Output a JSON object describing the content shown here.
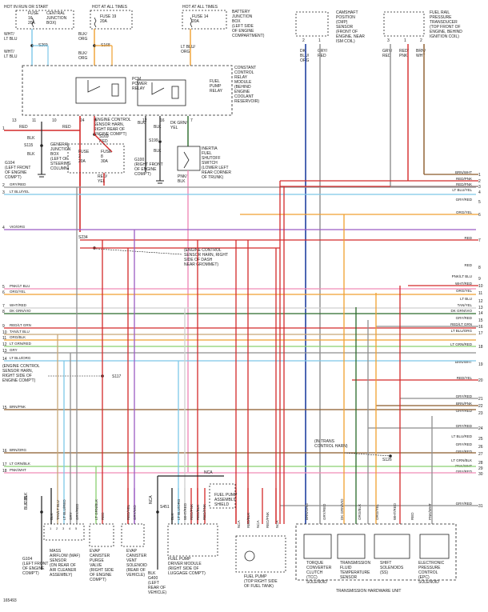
{
  "diagram_id": "165493",
  "top_labels": {
    "hot_run_start": "HOT IN RUN OR START",
    "hot_all_times_1": "HOT AT ALL TIMES",
    "hot_all_times_2": "HOT AT ALL TIMES"
  },
  "fuses": {
    "fuse_16": [
      "FUSE",
      "16",
      "20A"
    ],
    "fuse_19": [
      "FUSE 19",
      "20A"
    ],
    "fuse_14": [
      "FUSE 14",
      "20A"
    ],
    "central_box": [
      "CENTRAL",
      "JUNCTION",
      "BOX)"
    ],
    "battery_box": [
      "BATTERY",
      "JUNCTION",
      "BOX",
      "(LEFT SIDE",
      "OF ENGINE",
      "COMPARTMENT)"
    ]
  },
  "upper_wires": {
    "wht_lt_blu_1": [
      "WHT/",
      "LT BLU"
    ],
    "wht_lt_blu_2": [
      "WHT/",
      "LT BLU"
    ],
    "blk_org_1": [
      "BLK/",
      "ORG"
    ],
    "blk_org_2": [
      "BLK/",
      "ORG"
    ],
    "lt_blu_org": [
      "LT BLU/",
      "ORG"
    ],
    "s269": "S269",
    "s168": "S168"
  },
  "relay_module": {
    "title": [
      "CONSTANT",
      "CONTROL",
      "RELAY",
      "MODULE",
      "(BEHIND",
      "ENGINE",
      "COOLANT",
      "RESERVOIR)"
    ],
    "pcm_relay": [
      "PCM",
      "POWER",
      "RELAY"
    ],
    "fuel_relay": [
      "FUEL",
      "PUMP",
      "RELAY"
    ],
    "pins": [
      "13",
      "11",
      "10",
      "24",
      "8",
      "12",
      "16",
      "7"
    ]
  },
  "left_section": {
    "red": "RED",
    "red2": "RED",
    "engine_control_harn": [
      "(ENGINE CONTROL",
      "SENSOR HARN,",
      "RIGHT REAR OF",
      "ENGINE COMP'T)"
    ],
    "s169": "S169",
    "red3": "RED",
    "blk1": "BLK",
    "s115": "S115",
    "blk2": "BLK",
    "g104": [
      "G104",
      "(LEFT FRONT",
      "OF ENGINE",
      "COMP'T)"
    ],
    "central_box2": [
      "GENERAL",
      "JUNCTION",
      "BOX",
      "(LEFT OF",
      "STEERING",
      "COLUMN)"
    ],
    "fuse2": [
      "FUSE",
      "2",
      "20A"
    ],
    "fuse8": [
      "FUSE",
      "8",
      "30A"
    ],
    "red_yel": [
      "RED/",
      "YEL"
    ],
    "blk3": "BLK",
    "blk4": "BLK",
    "s199": "S199",
    "blk5": "BLK",
    "g100": [
      "G100",
      "(RIGHT FRONT",
      "OF ENGINE",
      "COMP'T)"
    ],
    "dk_grn_yel": [
      "DK GRN/",
      "YEL"
    ],
    "inertia": [
      "INERTIA",
      "FUEL",
      "SHUTOFF",
      "SWITCH",
      "(LOWER LEFT",
      "REAR CORNER",
      "OF TRUNK)"
    ],
    "pnk_blk": [
      "PNK/",
      "BLK"
    ]
  },
  "sensors_top": {
    "cmp": [
      "CAMSHAFT",
      "POSITION",
      "(CMP)",
      "SENSOR",
      "(FRONT OF",
      "ENGINE, NEAR",
      "ISM COIL)"
    ],
    "cmp_pins": [
      "2",
      "1"
    ],
    "cmp_wires": [
      [
        "DK",
        "BLU/",
        "ORG"
      ],
      [
        "GRY/",
        "RED"
      ]
    ],
    "fuel_rail": [
      "FUEL RAIL",
      "PRESSURE",
      "TRANSDUCER",
      "(TOP FRONT OF",
      "ENGINE, BEHIND",
      "IGNITION COIL)"
    ],
    "rail_pins": [
      "3",
      "1",
      "2"
    ],
    "rail_wires": [
      [
        "GRY/",
        "RED"
      ],
      [
        "RED/",
        "PNK"
      ],
      [
        "BRN/",
        "WHT"
      ]
    ]
  },
  "right_labels": [
    {
      "n": "1",
      "t": "BRN/WHT"
    },
    {
      "n": "2",
      "t": "RED/PNK"
    },
    {
      "n": "3",
      "t": "RED/PNK"
    },
    {
      "n": "4",
      "t": "LT BLU/YEL"
    },
    {
      "n": "5",
      "t": "GRY/RED"
    },
    {
      "n": "6",
      "t": "ORG/YEL"
    },
    {
      "n": "7",
      "t": "RED"
    },
    {
      "n": "8",
      "t": "RED"
    },
    {
      "n": "9",
      "t": "PNK/LT BLU"
    },
    {
      "n": "10",
      "t": "WHT/RED"
    },
    {
      "n": "11",
      "t": "ORG/YEL"
    },
    {
      "n": "12",
      "t": "LT BLU"
    },
    {
      "n": "13",
      "t": "TAN/YEL"
    },
    {
      "n": "14",
      "t": "DK GRN/VIO"
    },
    {
      "n": "15",
      "t": "GRY/RED"
    },
    {
      "n": "16",
      "t": "RED/LT GRN"
    },
    {
      "n": "17",
      "t": "LT BLU/ORG"
    },
    {
      "n": "18",
      "t": "LT GRN/RED"
    },
    {
      "n": "19",
      "t": "BRN/WHT"
    },
    {
      "n": "20",
      "t": "RED/YEL"
    },
    {
      "n": "21",
      "t": "GRY/RED"
    },
    {
      "n": "22",
      "t": "BRN/PNK"
    },
    {
      "n": "23",
      "t": "GRY/RED"
    },
    {
      "n": "24",
      "t": "GRY/RED"
    },
    {
      "n": "25",
      "t": "LT BLU/RED"
    },
    {
      "n": "26",
      "t": "GRY/RED"
    },
    {
      "n": "27",
      "t": "GRY/RED"
    },
    {
      "n": "28",
      "t": "LT GRN/BLK"
    },
    {
      "n": "29",
      "t": "PNK/WHT"
    },
    {
      "n": "30",
      "t": "GRY/RED"
    },
    {
      "n": "31",
      "t": "GRY/RED"
    }
  ],
  "left_labels": [
    {
      "n": "1",
      "t": "RED"
    },
    {
      "n": "2",
      "t": "GRY/RED"
    },
    {
      "n": "3",
      "t": "LT BLU/YEL"
    },
    {
      "n": "4",
      "t": "VIO/ORG"
    },
    {
      "n": "5",
      "t": "PNK/LT BLU"
    },
    {
      "n": "6",
      "t": "ORG/YEL"
    },
    {
      "n": "7",
      "t": "WHT/RED"
    },
    {
      "n": "8",
      "t": "DK GRN/VIO"
    },
    {
      "n": "9",
      "t": "RED/LT GRN"
    },
    {
      "n": "10",
      "t": "TAN/LT BLU"
    },
    {
      "n": "11",
      "t": "ORG/BLK"
    },
    {
      "n": "12",
      "t": "LT GRN/RED"
    },
    {
      "n": "13",
      "t": "GRY"
    },
    {
      "n": "14",
      "t": "LT BLU/ORG"
    },
    {
      "n": "15",
      "t": "BRN/PNK"
    },
    {
      "n": "16",
      "t": "BRN/ORG"
    },
    {
      "n": "17",
      "t": "LT GRN/BLK"
    },
    {
      "n": "18",
      "t": "PNK/WHT"
    }
  ],
  "mid_labels": {
    "s234": "S234",
    "harn_dash": [
      "(ENGINE CONTROL",
      "SENSOR HARN, RIGHT",
      "SIDE OF DASH",
      "NEAR GROMMET)"
    ],
    "harn_engine": [
      "(ENGINE CONTROL",
      "SENSOR HARN,",
      "RIGHT SIDE OF",
      "ENGINE COMP'T)"
    ],
    "s117": "S117",
    "trans_harn": [
      "(IN TRANS",
      "CONTROL HARN)"
    ],
    "s126": "S126"
  },
  "bottom": {
    "blk_s115": [
      "BLK",
      "S115",
      "BLK"
    ],
    "g104b": [
      "G104",
      "(LEFT FRONT",
      "OF ENGINE",
      "COMP'T)"
    ],
    "maf_pins": [
      "1",
      "2",
      "3",
      "4",
      "5"
    ],
    "maf_wires": [
      "BLK",
      "TAN/LT BLU",
      "LT BLU/RED",
      "GRY",
      "GRY/RED"
    ],
    "maf": [
      "MASS",
      "AIRFLOW (MAF)",
      "SENSOR",
      "(ON REAR OF",
      "AIR CLEANER",
      "ASSEMBLY)"
    ],
    "evap_purge_wires": [
      "LT GRN/BLK",
      "RED"
    ],
    "evap_purge": [
      "EVAP",
      "CANISTER",
      "PURGE",
      "VALVE",
      "(RIGHT SIDE",
      "OF ENGINE",
      "COMP'T)"
    ],
    "evap_vent_wires": [
      "RED/YEL",
      "GRY/VIO"
    ],
    "evap_vent": [
      "EVAP",
      "CANISTER",
      "VENT",
      "SOLENOID",
      "(REAR OF",
      "VEHICLE)"
    ],
    "nca": "NCA",
    "s451": "S451",
    "blk_g400": [
      "BLK",
      "G400",
      "(LEFT",
      "REAR OF",
      "VEHICLE)"
    ],
    "fpdm_wires": [
      "BLK",
      "LT BLU/ORG",
      "WHT/RED",
      "RED/PNK",
      "RED/BLK",
      "RED/PNK"
    ],
    "fpdm": [
      "FUEL PUMP",
      "DRIVER MODULE",
      "(RIGHT SIDE OF",
      "LUGGAGE COMP'T)"
    ],
    "fuel_shield": [
      "FUEL PUMP",
      "ASSEMBLY",
      "SHIELD"
    ],
    "nca2": "NCA",
    "fuel_pump_wires": [
      "NCA",
      "RED/BLK",
      "NCA",
      "RED/PNK",
      "NCA"
    ],
    "fuel_pump": [
      "FUEL PUMP",
      "(TOP RIGHT SIDE",
      "OF FUEL TANK)"
    ],
    "trans_wires": [
      "BRN/ORG",
      "GRY/RED",
      "DK GRN/VIO",
      "ORG/BLK",
      "ORG/YEL",
      "WHT/RED",
      "RED",
      "PNK/WHT"
    ],
    "tcc": [
      "TORQUE",
      "CONVERTER",
      "CLUTCH",
      "(TCC)",
      "SOLENOID"
    ],
    "tft": [
      "TRANSMISSION",
      "FLUID",
      "TEMPERATURE",
      "SENSOR"
    ],
    "shift": [
      "SHIFT",
      "SOLENOIDS",
      "(SS)"
    ],
    "epc": [
      "ELECTRONIC",
      "PRESSURE",
      "CONTROL",
      "(EPC)",
      "SOLENOID"
    ],
    "trans_unit": "TRANSMISSION HARDWARE UNIT"
  }
}
